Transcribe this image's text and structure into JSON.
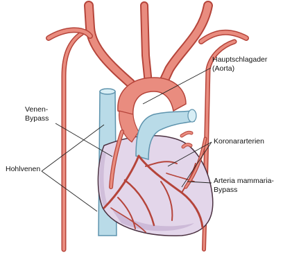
{
  "labels": {
    "aorta_line1": "Hauptschlagader",
    "aorta_line2": "(Aorta)",
    "venen_line1": "Venen-",
    "venen_line2": "Bypass",
    "hohlvenen": "Hohlvenen",
    "koronar": "Koronararterien",
    "mammaria_line1": "Arteria mammaria-",
    "mammaria_line2": "Bypass"
  },
  "colors": {
    "artery": "#e98c7f",
    "artery_dark": "#b5443a",
    "vein": "#b9dbe8",
    "vein_dark": "#5d93ad",
    "heart": "#e3d6ea",
    "heart_shadow": "#c7b3d3",
    "outline": "#4a3040",
    "leader": "#222222"
  }
}
